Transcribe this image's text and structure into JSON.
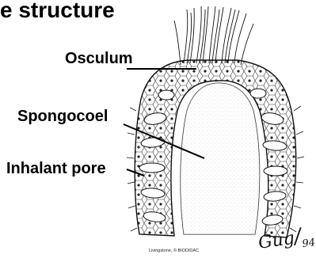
{
  "title": "e structure",
  "labels": {
    "osculum": "Osculum",
    "spongocoel": "Spongocoel",
    "inhalant_pore": "Inhalant pore"
  },
  "credit": "Livingstone, © BIODIDAC",
  "signature": {
    "initials": "Gug",
    "year": "94"
  }
}
